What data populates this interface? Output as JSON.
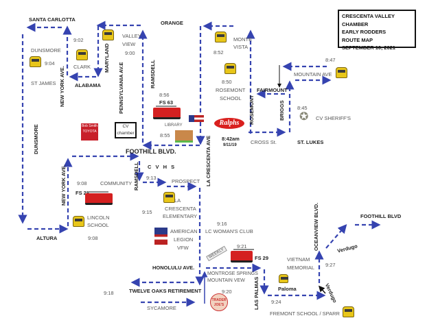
{
  "title_box": [
    "CRESCENTA VALLEY CHAMBER",
    "EARLY RODDERS",
    "ROUTE MAP",
    "SEPTEMBER 10, 2021"
  ],
  "streets": {
    "santa_carlotta": "SANTA CARLOTTA",
    "orange": "ORANGE",
    "alabama": "ALABAMA",
    "maryland": "MARYLAND",
    "new_york_1": "NEW YORK AVE.",
    "pennsylvania": "PENNSYLVANIA AV.E",
    "ramsdell_1": "RAMSDELL",
    "dunsmore_v": "DUNSMORE",
    "foothill": "FOOTHILL BLVD.",
    "la_crescenta": "LA CRESCENTA AVE",
    "rosemont": "ROSEMONT",
    "fairmount": "FAIRMOUNT",
    "briggs": "BRIGGS",
    "cross": "CROSS St.",
    "st_lukes": "ST. LUKES",
    "mountain": "MOUNTAIN AVE",
    "ramsdell_2": "RAMSDELL",
    "prospect": "PROSPECT",
    "new_york_2": "NEW YORK AVE.",
    "altura": "ALTURA",
    "honolulu": "HONOLULU AVE.",
    "sycamore": "SYCAMORE",
    "las_palmas": "LAS PALMAS",
    "oceanview": "OCEANVIEW BLVD.",
    "verdugo_1": "Verdugo",
    "verdugo_2": "Verdugo",
    "foothill_2": "FOOTHILL  BLVD",
    "paloma": "Paloma"
  },
  "stops": {
    "t902": "9:02",
    "dunsmore": "DUNSMORE",
    "t904": "9:04",
    "clark": "CLARK",
    "st_james": "ST JAMES",
    "valley": "VALLEY",
    "view": "VIEW",
    "t900": "9:00",
    "t856": "8:56",
    "fs63": "FS 63",
    "library": "LIBRARY",
    "t855": "8:55",
    "cv1": "CV",
    "cv2": "chamber",
    "monte": "MONTE",
    "vista": "VISTA",
    "t852": "8:52",
    "t850": "8:50",
    "rosemont_school_1": "ROSEMONT",
    "rosemont_school_2": "SCHOOL",
    "ralphs": "Ralphs",
    "t842": "8:42am",
    "date": "9/11/19",
    "t845": "8:45",
    "sheriff": "CV SHERIFF'S",
    "t847": "8:47",
    "cvhs": "C V H S",
    "t913": "9:13",
    "t908a": "9:08",
    "community": "COMMUNITY",
    "fs28": "FS 28",
    "lincoln": "LINCOLN",
    "school": "SCHOOL",
    "t908b": "9:08",
    "t915": "9:15",
    "la": "LA",
    "crescenta": "CRESCENTA",
    "elementary": "ELEMENTARY",
    "american": "AMERICAN",
    "legion": "LEGION",
    "vfw": "VFW",
    "t918": "9:18",
    "twelve_oaks": "TWELVE OAKS RETIREMENT",
    "t916": "9:16",
    "lc_womans": "LC WOMAN'S CLUB",
    "t921": "9:21",
    "fs29": "FS 29",
    "weekly": "WEEKLY",
    "montrose": "MONTROSE SPRINGS",
    "mountain_vew": "MOUNTAIN VEW",
    "t920": "9:20",
    "trader_joes": "TRADER JOE'S",
    "vietnam": "VIETNAM",
    "memorial": "MEMORIAL",
    "t924": "9:24",
    "fremont": "FREMONT SCHOOL / SPARR",
    "t927": "9:27"
  },
  "toyota_logo": "Bob Smith TOYOTA",
  "colors": {
    "route": "#3543b0",
    "bus": "#e8c619",
    "fire_truck": "#d42020",
    "ralphs": "#d9201e"
  }
}
